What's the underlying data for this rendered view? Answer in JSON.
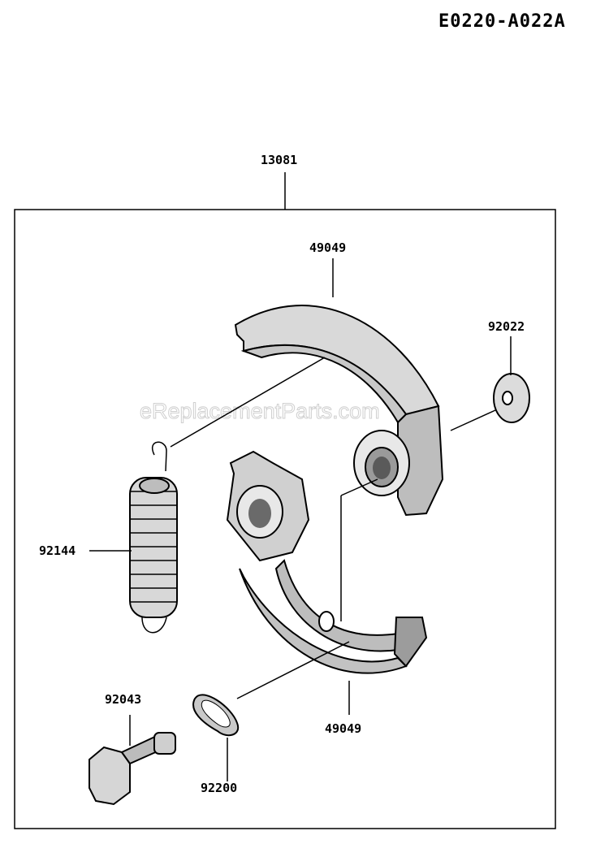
{
  "diagram_code": "E0220-A022A",
  "watermark": "eReplacementParts.com",
  "parts": [
    {
      "id": "assembly",
      "number": "13081"
    },
    {
      "id": "shoe-upper",
      "number": "49049"
    },
    {
      "id": "washer",
      "number": "92022"
    },
    {
      "id": "spring",
      "number": "92144"
    },
    {
      "id": "bolt",
      "number": "92043"
    },
    {
      "id": "shoe-lower",
      "number": "49049"
    },
    {
      "id": "bushing",
      "number": "92200"
    }
  ]
}
